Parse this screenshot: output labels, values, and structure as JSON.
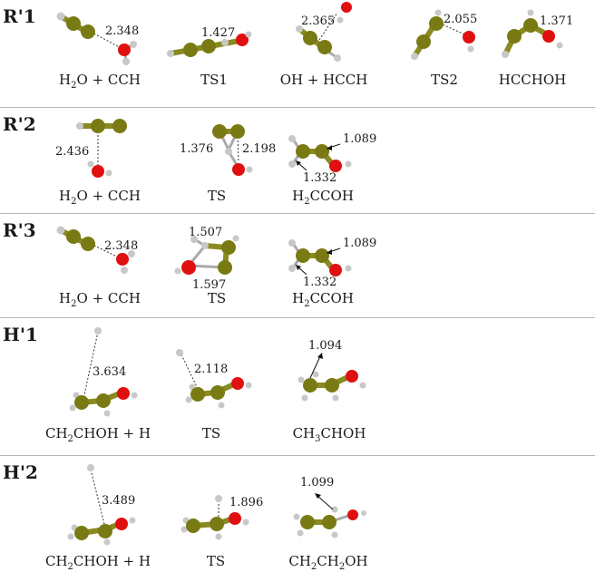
{
  "colors": {
    "carbon": "#7a7a14",
    "oxygen": "#e01010",
    "hydrogen": "#d0d0d0",
    "bond": "#8a8a20"
  },
  "sections": [
    {
      "label": "R'1",
      "structures": [
        {
          "caption": "H₂O + CCH",
          "distances": [
            "2.348"
          ]
        },
        {
          "caption": "TS1",
          "distances": [
            "1.427"
          ]
        },
        {
          "caption": "OH + HCCH",
          "distances": [
            "2.365"
          ]
        },
        {
          "caption": "TS2",
          "distances": [
            "2.055"
          ]
        },
        {
          "caption": "HCCHOH",
          "distances": [
            "1.371"
          ]
        }
      ]
    },
    {
      "label": "R'2",
      "structures": [
        {
          "caption": "H₂O + CCH",
          "distances": [
            "2.436"
          ]
        },
        {
          "caption": "TS",
          "distances": [
            "1.376",
            "2.198"
          ]
        },
        {
          "caption": "H₂CCOH",
          "distances": [
            "1.089",
            "1.332"
          ]
        }
      ]
    },
    {
      "label": "R'3",
      "structures": [
        {
          "caption": "H₂O + CCH",
          "distances": [
            "2.348"
          ]
        },
        {
          "caption": "TS",
          "distances": [
            "1.507",
            "1.597"
          ]
        },
        {
          "caption": "H₂CCOH",
          "distances": [
            "1.089",
            "1.332"
          ]
        }
      ]
    },
    {
      "label": "H'1",
      "structures": [
        {
          "caption": "CH₂CHOH + H",
          "distances": [
            "3.634"
          ]
        },
        {
          "caption": "TS",
          "distances": [
            "2.118"
          ]
        },
        {
          "caption": "CH₃CHOH",
          "distances": [
            "1.094"
          ]
        }
      ]
    },
    {
      "label": "H'2",
      "structures": [
        {
          "caption": "CH₂CHOH + H",
          "distances": [
            "3.489"
          ]
        },
        {
          "caption": "TS",
          "distances": [
            "1.896"
          ]
        },
        {
          "caption": "CH₂CH₂OH",
          "distances": [
            "1.099"
          ]
        }
      ]
    }
  ]
}
